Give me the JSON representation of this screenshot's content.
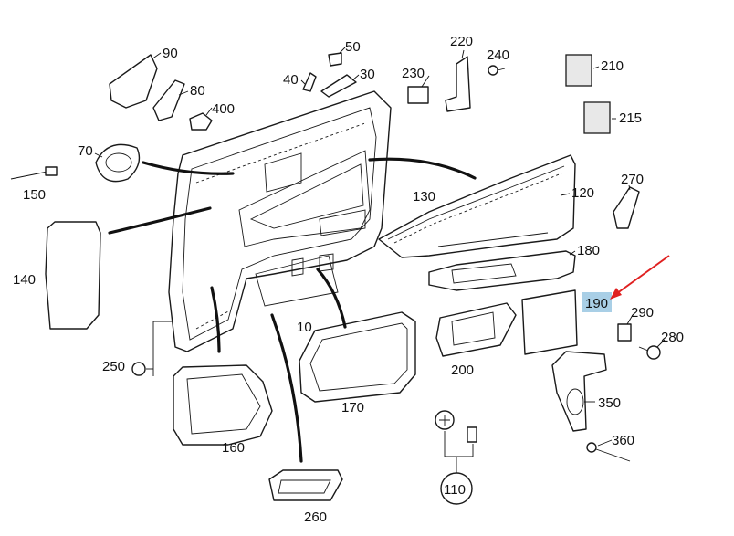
{
  "diagram": {
    "callouts": [
      {
        "key": "p90",
        "label": "90"
      },
      {
        "key": "p80",
        "label": "80"
      },
      {
        "key": "p400",
        "label": "400"
      },
      {
        "key": "p50",
        "label": "50"
      },
      {
        "key": "p40",
        "label": "40"
      },
      {
        "key": "p30",
        "label": "30"
      },
      {
        "key": "p220",
        "label": "220"
      },
      {
        "key": "p240",
        "label": "240"
      },
      {
        "key": "p230",
        "label": "230"
      },
      {
        "key": "p210",
        "label": "210"
      },
      {
        "key": "p215",
        "label": "215"
      },
      {
        "key": "p70",
        "label": "70"
      },
      {
        "key": "p150",
        "label": "150"
      },
      {
        "key": "p130",
        "label": "130"
      },
      {
        "key": "p120",
        "label": "120"
      },
      {
        "key": "p270",
        "label": "270"
      },
      {
        "key": "p140",
        "label": "140"
      },
      {
        "key": "p180",
        "label": "180"
      },
      {
        "key": "p190",
        "label": "190"
      },
      {
        "key": "p290",
        "label": "290"
      },
      {
        "key": "p280",
        "label": "280"
      },
      {
        "key": "p10",
        "label": "10"
      },
      {
        "key": "p250",
        "label": "250"
      },
      {
        "key": "p200",
        "label": "200"
      },
      {
        "key": "p350",
        "label": "350"
      },
      {
        "key": "p170",
        "label": "170"
      },
      {
        "key": "p160",
        "label": "160"
      },
      {
        "key": "p360",
        "label": "360"
      },
      {
        "key": "p110",
        "label": "110"
      },
      {
        "key": "p260",
        "label": "260"
      }
    ],
    "highlighted_label": "190",
    "highlight_color": "#a9cfe6",
    "pointer_color": "#e02020"
  }
}
